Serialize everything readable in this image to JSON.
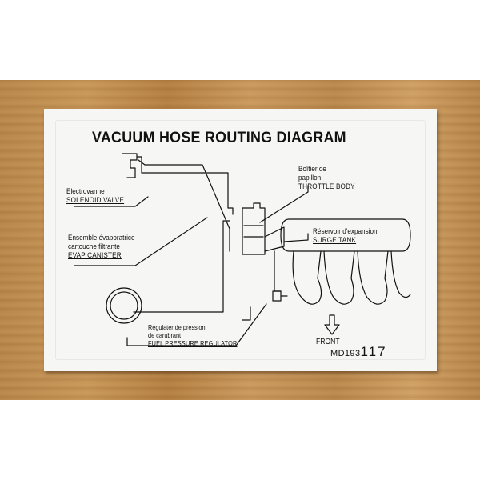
{
  "title": "VACUUM HOSE ROUTING DIAGRAM",
  "labels": {
    "solenoid_fr": "Electrovanne",
    "solenoid_en": "SOLENOID VALVE",
    "throttle_fr1": "Boîtier de",
    "throttle_fr2": "papillon",
    "throttle_en": "THROTTLE BODY",
    "surge_fr": "Réservoir d'expansion",
    "surge_en": "SURGE TANK",
    "evap_fr1": "Ensemble évaporatrice",
    "evap_fr2": "cartouche filtrante",
    "evap_en": "EVAP CANISTER",
    "fpr_fr1": "Régulater de pression",
    "fpr_fr2": "de carubrant",
    "fpr_en": "FUEL PRESSURE REGULATOR",
    "front": "FRONT",
    "part_prefix": "MD193",
    "part_suffix": "117"
  }
}
